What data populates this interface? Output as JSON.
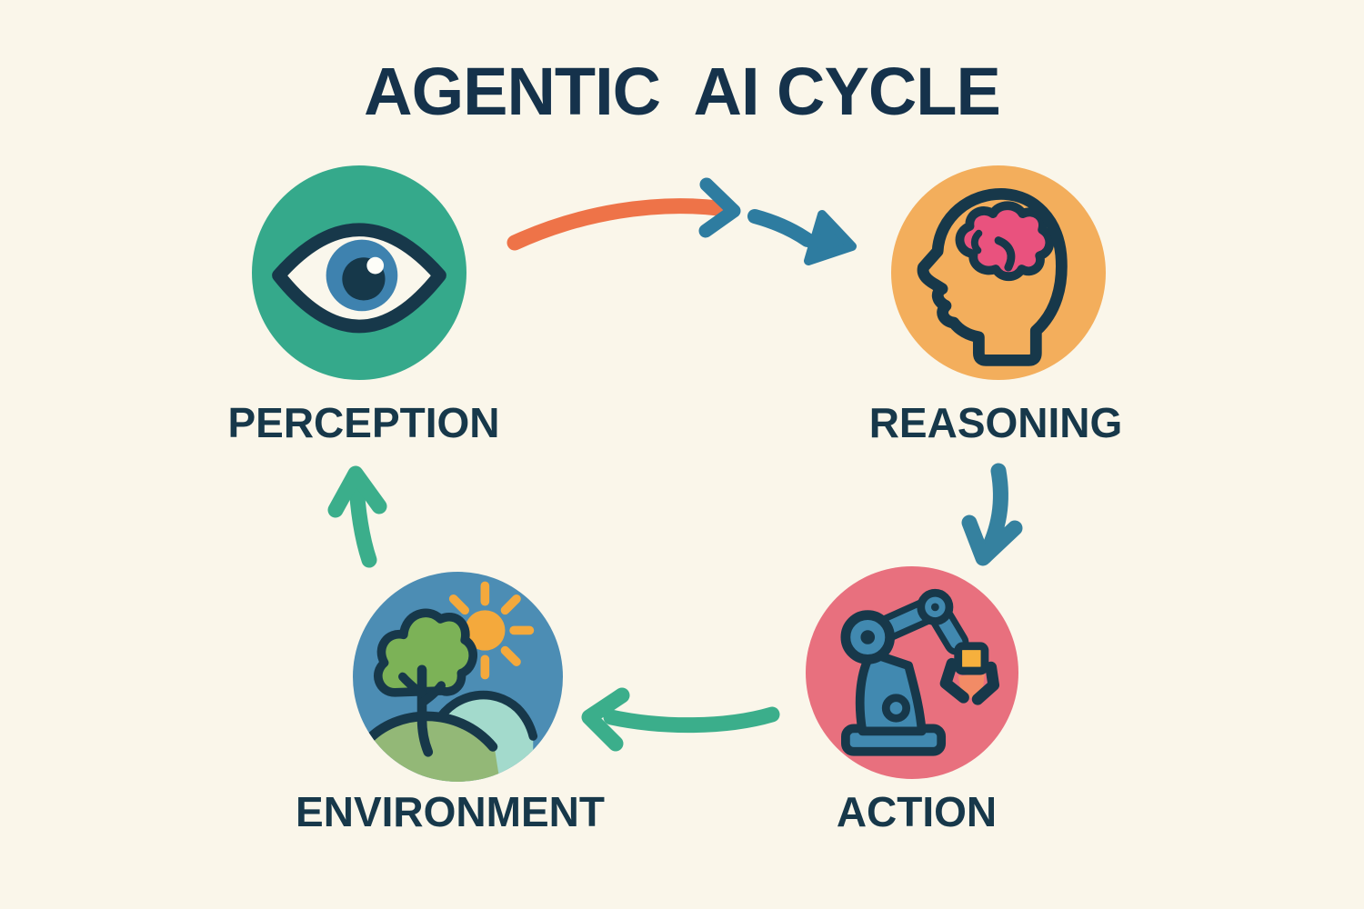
{
  "title": "AGENTIC  AI CYCLE",
  "nodes": [
    {
      "id": "perception",
      "label": "PERCEPTION",
      "icon": "eye-icon",
      "circle_color": "#35A98B"
    },
    {
      "id": "reasoning",
      "label": "REASONING",
      "icon": "head-brain-icon",
      "circle_color": "#F3AE5C"
    },
    {
      "id": "action",
      "label": "ACTION",
      "icon": "robot-arm-icon",
      "circle_color": "#E8707E"
    },
    {
      "id": "environment",
      "label": "ENVIRONMENT",
      "icon": "nature-landscape-icon",
      "circle_color": "#4C8DB4"
    }
  ],
  "arrows": [
    {
      "from": "perception",
      "to": "reasoning",
      "style": "orange curve with blue chevron plus blue solid-head arrow",
      "colors": [
        "#EE7348",
        "#2E7CA0"
      ]
    },
    {
      "from": "reasoning",
      "to": "action",
      "style": "blue curved chevron arrow pointing down",
      "colors": [
        "#35819F"
      ]
    },
    {
      "from": "action",
      "to": "environment",
      "style": "green curved chevron arrow pointing left",
      "colors": [
        "#3BAE8B"
      ]
    },
    {
      "from": "environment",
      "to": "perception",
      "style": "green curved chevron arrow pointing up",
      "colors": [
        "#3BAE8B"
      ]
    }
  ],
  "colors": {
    "background": "#FAF6EA",
    "text": "#17384A",
    "outline_navy": "#17384A",
    "iris_blue": "#3E82AF",
    "brain_pink": "#E9527E",
    "robot_blue": "#4189B0",
    "gripped_cube_orange": "#F6B03D",
    "tree_green": "#7CB257",
    "sun_orange": "#F4A93C",
    "front_hill_green": "#93B877",
    "back_hill_teal": "#A3DACC"
  }
}
